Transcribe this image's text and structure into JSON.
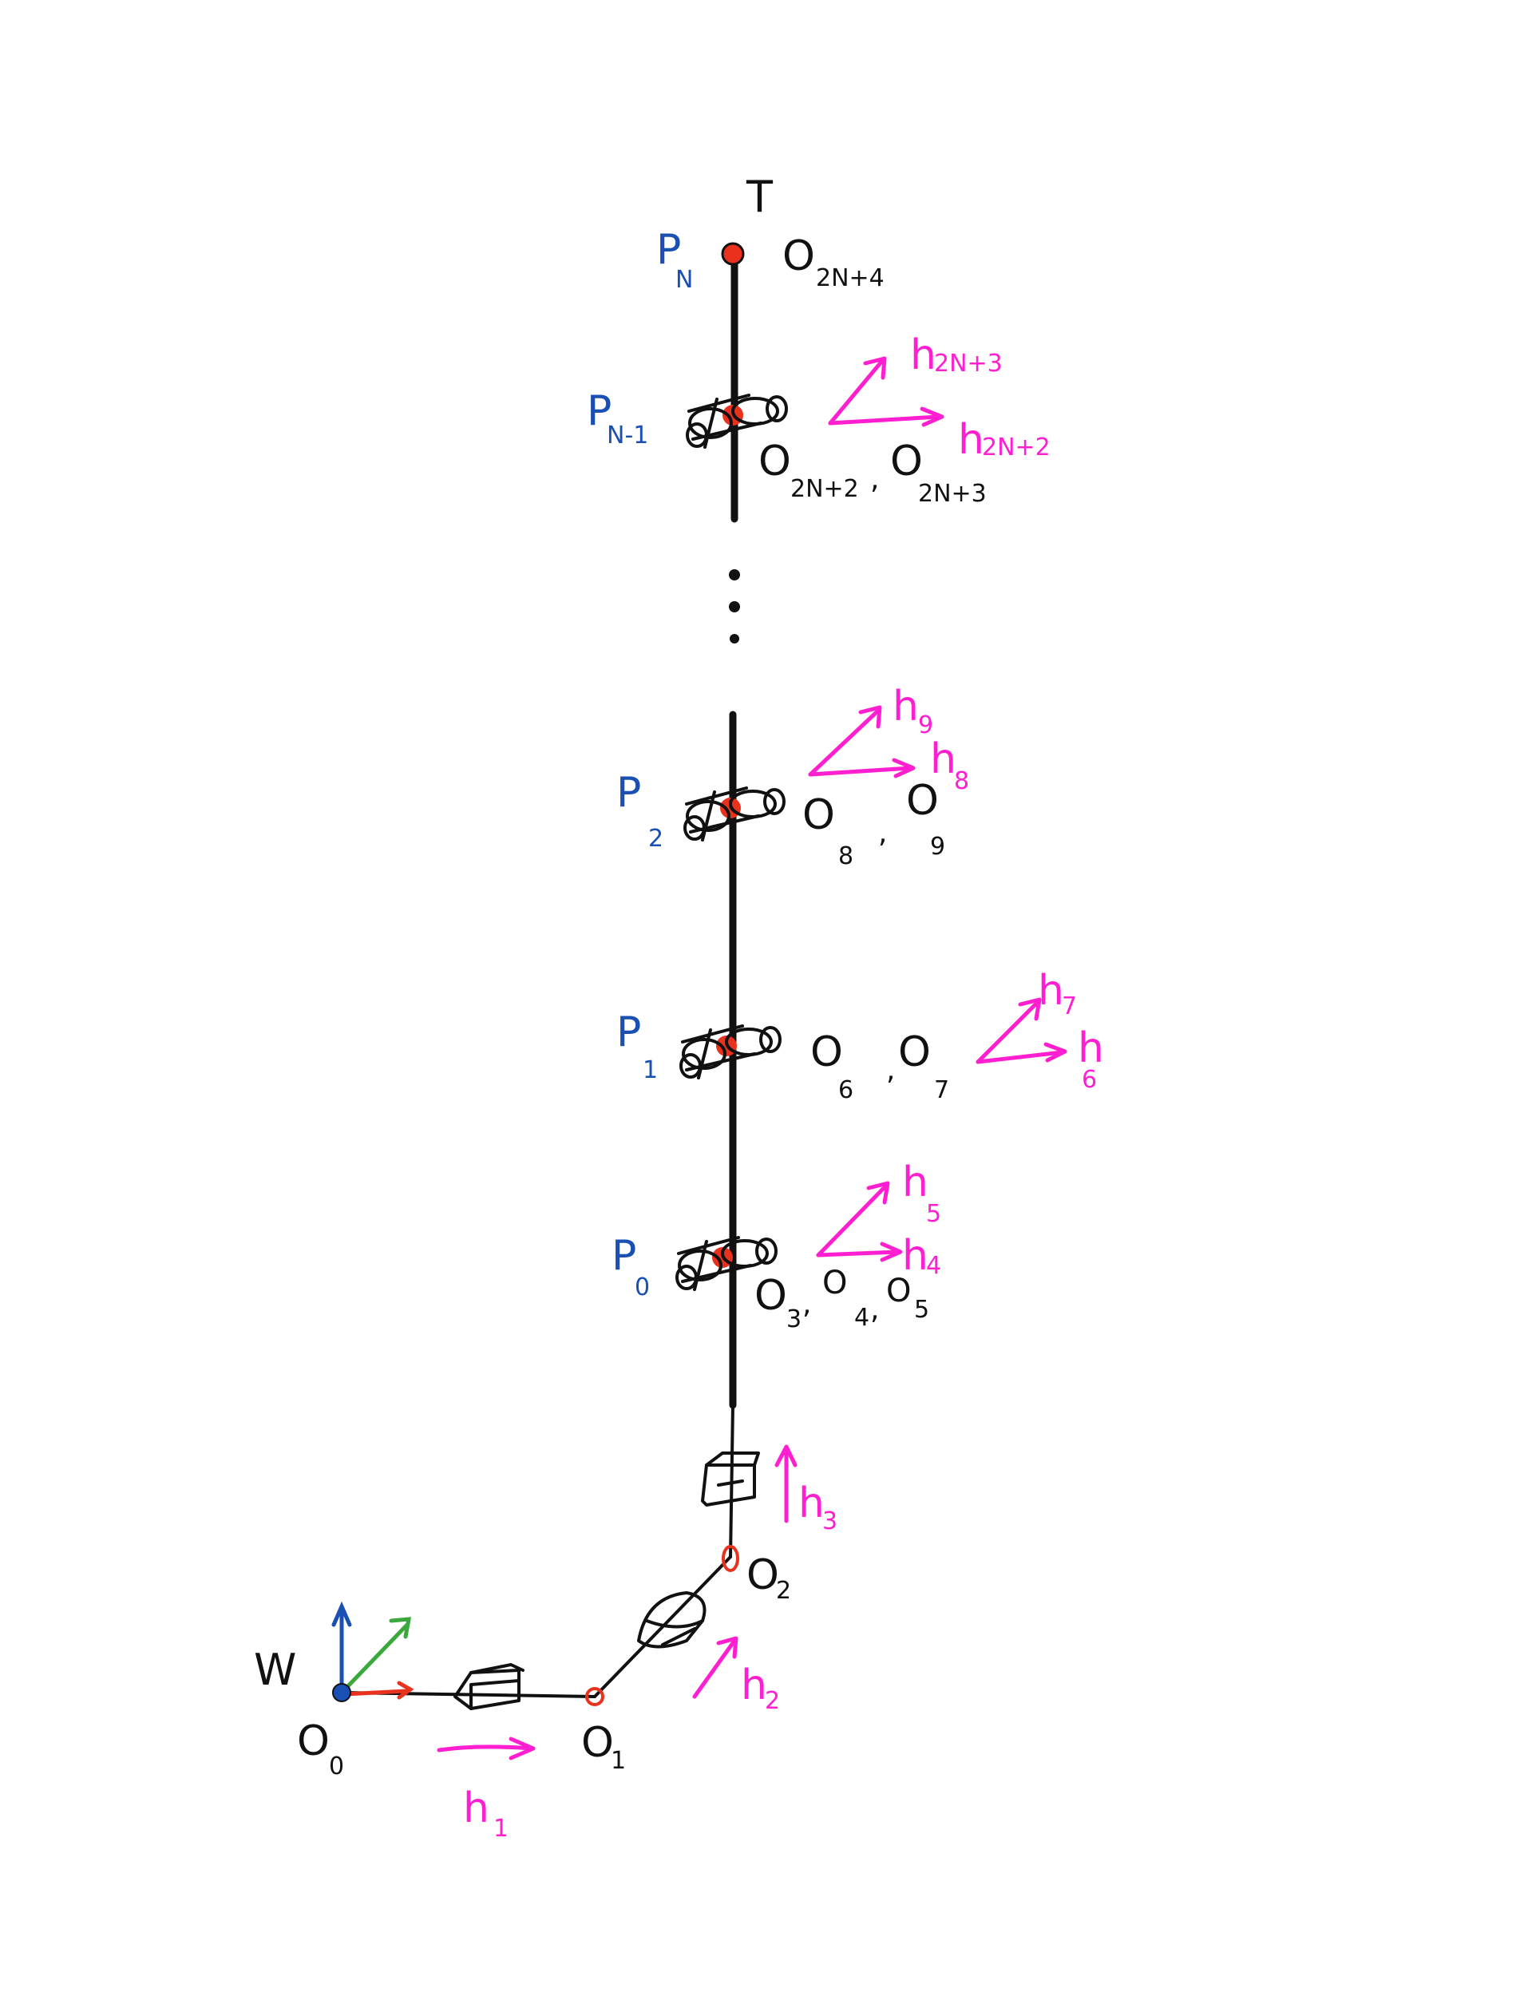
{
  "labels": {
    "tool": "T",
    "world": "W",
    "p_n": "P",
    "p_n_sub": "N",
    "p_n1": "P",
    "p_n1_sub": "N-1",
    "p2": "P",
    "p2_sub": "2",
    "p1": "P",
    "p1_sub": "1",
    "p0": "P",
    "p0_sub": "0",
    "o_2n4": "O",
    "o_2n4_sub": "2N+4",
    "o_2n2": "O",
    "o_2n2_sub": "2N+2",
    "o_2n3": "O",
    "o_2n3_sub": "2N+3",
    "o8": "O",
    "o8_sub": "8",
    "o9": "O",
    "o9_sub": "9",
    "o6": "O",
    "o6_sub": "6",
    "o7": "O",
    "o7_sub": "7",
    "o3": "O",
    "o3_sub": "3",
    "o4": "O",
    "o4_sub": "4",
    "o5": "O",
    "o5_sub": "5",
    "o2": "O",
    "o2_sub": "2",
    "o1": "O",
    "o1_sub": "1",
    "o0": "O",
    "o0_sub": "0",
    "h_2n3": "h",
    "h_2n3_sub": "2N+3",
    "h_2n2": "h",
    "h_2n2_sub": "2N+2",
    "h9": "h",
    "h9_sub": "9",
    "h8": "h",
    "h8_sub": "8",
    "h7": "h",
    "h7_sub": "7",
    "h6": "h",
    "h6_sub": "6",
    "h5": "h",
    "h5_sub": "5",
    "h4": "h",
    "h4_sub": "4",
    "h3": "h",
    "h3_sub": "3",
    "h2": "h",
    "h2_sub": "2",
    "h1": "h",
    "h1_sub": "1",
    "comma": ","
  },
  "colors": {
    "ink": "#111111",
    "joint_origin": "#e8321e",
    "axis_label": "#ff1fd0",
    "point_label": "#1a4fb3",
    "frame_x": "#e8321e",
    "frame_y": "#3aa83a",
    "frame_z": "#1a4fb3"
  }
}
